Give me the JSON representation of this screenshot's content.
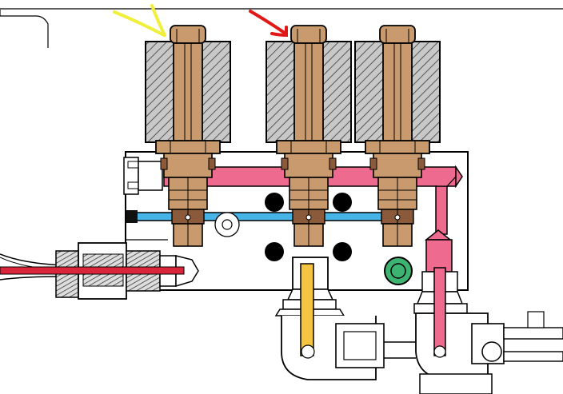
{
  "colors": {
    "background": "#ffffff",
    "outline": "#000000",
    "coil_hatch_bg": "#c8c8c8",
    "coil_hatch_line": "#555555",
    "cartridge_tan": "#c99a6e",
    "cartridge_dark": "#8a5a3a",
    "pink_channel": "#ee6a8e",
    "blue_channel": "#46b4e6",
    "yellow_channel": "#f5c542",
    "green_port": "#3cb371",
    "red_line": "#d9263b",
    "arrow_yellow": "#f0f03c",
    "arrow_red": "#e01818"
  },
  "annotations": {
    "arrows": [
      {
        "name": "yellow-arrow",
        "color": "#f0f03c",
        "points_to": "valve-1"
      },
      {
        "name": "red-arrow",
        "color": "#e01818",
        "points_to": "valve-2"
      }
    ]
  },
  "components": {
    "valves": [
      {
        "id": "valve-1"
      },
      {
        "id": "valve-2"
      },
      {
        "id": "valve-3"
      }
    ],
    "black_dots": 4,
    "green_port": 1
  }
}
